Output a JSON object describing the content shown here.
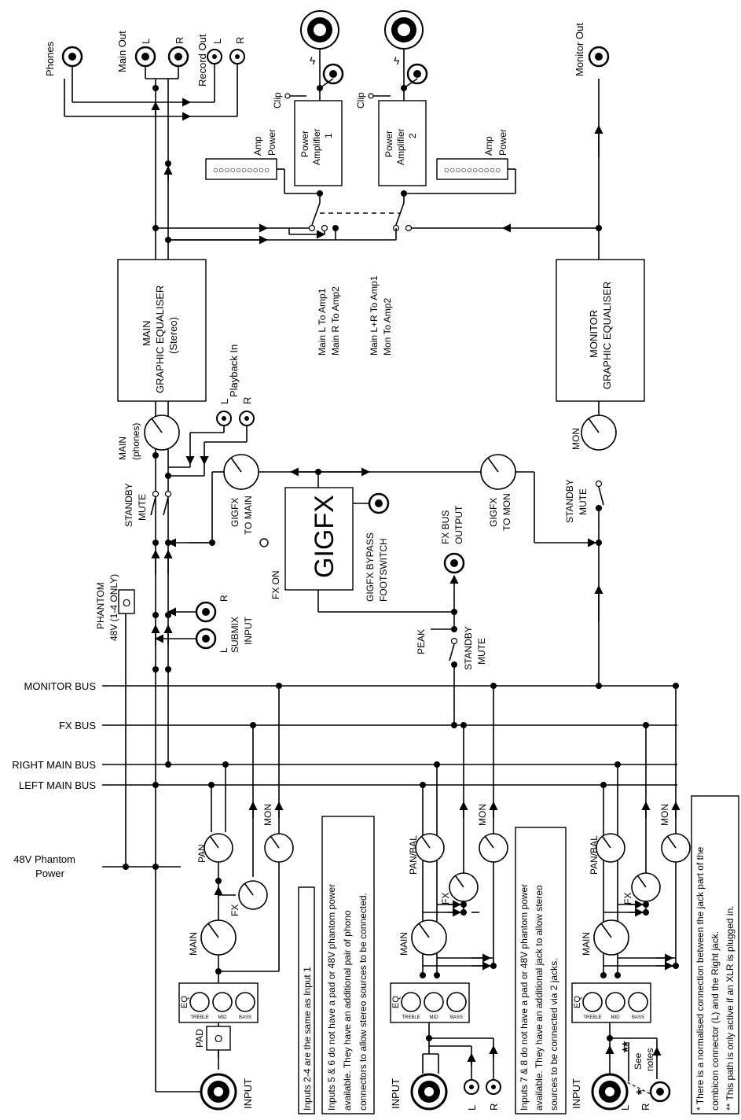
{
  "top": {
    "phones": "Phones",
    "main_out": "Main Out",
    "record_out": "Record Out",
    "monitor_out": "Monitor Out",
    "L": "L",
    "R": "R",
    "clip": "Clip",
    "lightning": "ϟ"
  },
  "amps": {
    "amp1_label": [
      "Power",
      "Amplifier",
      "1"
    ],
    "amp2_label": [
      "Power",
      "Amplifier",
      "2"
    ],
    "amp_power": [
      "Amp",
      "Power"
    ]
  },
  "routing": {
    "opt1": [
      "Main L To Amp1",
      "Main R To Amp2"
    ],
    "opt2": [
      "Main L+R To Amp1",
      "Mon To Amp2"
    ]
  },
  "eq": {
    "main": [
      "MAIN",
      "GRAPHIC EQUALISER",
      "(Stereo)"
    ],
    "monitor": [
      "MONITOR",
      "GRAPHIC EQUALISER"
    ]
  },
  "controls": {
    "main_phones": [
      "MAIN",
      "(phones)"
    ],
    "playback_in": "Playback In",
    "standby_mute": [
      "STANDBY",
      "MUTE"
    ],
    "gigfx_to_main": [
      "GIGFX",
      "TO MAIN"
    ],
    "gigfx_to_mon": [
      "GIGFX",
      "TO MON"
    ],
    "mon": "MON",
    "gigfx": "GIGFX",
    "fx_on": "FX ON",
    "gigfx_bypass": [
      "GIGFX BYPASS",
      "FOOTSWITCH"
    ],
    "fx_bus_output": [
      "FX BUS",
      "OUTPUT"
    ],
    "peak": "PEAK",
    "phantom48": [
      "PHANTOM",
      "48V (1-4 ONLY)"
    ],
    "submix_input": [
      "SUBMIX",
      "INPUT"
    ]
  },
  "buses": {
    "monitor": "MONITOR BUS",
    "fx": "FX BUS",
    "right_main": "RIGHT MAIN BUS",
    "left_main": "LEFT MAIN BUS",
    "phantom_power": [
      "48V Phantom",
      "Power"
    ]
  },
  "channel": {
    "pan": "PAN",
    "pan_bal": "PAN/BAL",
    "fx": "FX",
    "mon": "MON",
    "main": "MAIN",
    "eq": "EQ",
    "treble": "TREBLE",
    "mid": "MID",
    "bass": "BASS",
    "pad": "PAD",
    "input": "INPUT",
    "see_notes": [
      "See",
      "notes"
    ],
    "star": "*",
    "double_star": "**"
  },
  "notes": {
    "inputs_2_4": "Inputs 2-4 are the same as Input 1",
    "inputs_5_6": [
      "Inputs 5 & 6 do not have a pad or 48V phantom power",
      "available. They have an additional pair of phono",
      "connectors to allow stereo sources to be connected."
    ],
    "inputs_7_8": [
      "Inputs 7 & 8 do not have a pad or 48V phantom power",
      "available. They have an additional jack to allow stereo",
      "sources to be connected via 2 jacks."
    ],
    "footnote": [
      "* There is a normalised connection between the jack part of the",
      "combicon connector (L) and the Right jack.",
      "** This path is only active if an XLR is plugged in."
    ]
  }
}
